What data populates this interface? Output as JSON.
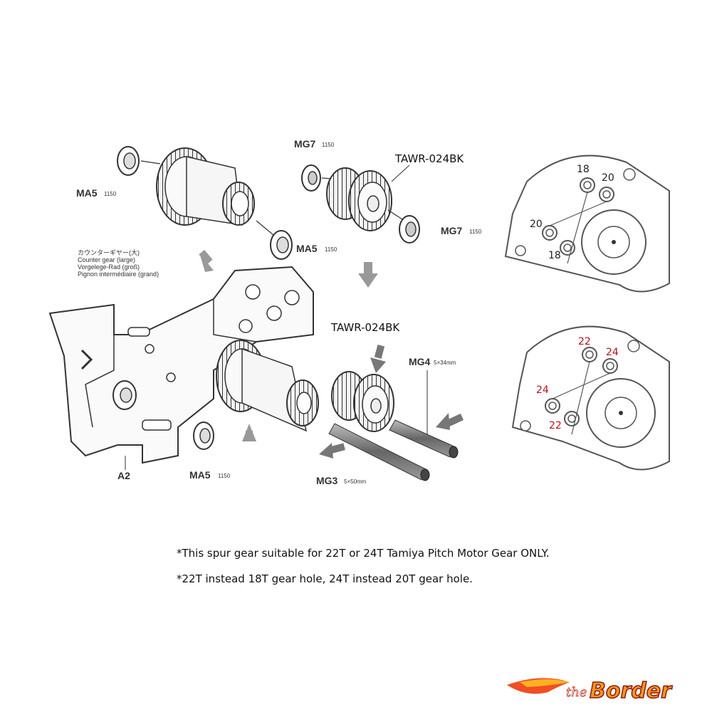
{
  "diagram": {
    "labels": {
      "ma5_a": "MA5",
      "ma5_a_size": "1150",
      "ma5_b": "MA5",
      "ma5_b_size": "1150",
      "ma5_c": "MA5",
      "ma5_c_size": "1150",
      "mg7_a": "MG7",
      "mg7_a_size": "1150",
      "mg7_b": "MG7",
      "mg7_b_size": "1150",
      "mg4": "MG4",
      "mg4_size": "5×34mm",
      "mg3": "MG3",
      "mg3_size": "5×50mm",
      "a2": "A2",
      "part_top": "TAWR-024BK",
      "part_mid": "TAWR-024BK"
    },
    "counter_gear": [
      "カウンターギヤー(大)",
      "Counter gear (large)",
      "Vorgelege-Rad (groß)",
      "Pignon intermédiaire (grand)"
    ],
    "top_plate": {
      "n1": "18",
      "n2": "20",
      "n3": "20",
      "n4": "18"
    },
    "bottom_plate": {
      "n1": "22",
      "n2": "24",
      "n3": "24",
      "n4": "22"
    },
    "colors": {
      "highlight": "#b5121b",
      "line": "#333333"
    }
  },
  "notes": {
    "line1": "*This spur gear suitable for 22T or 24T Tamiya Pitch Motor Gear ONLY.",
    "line2": "*22T instead 18T gear hole, 24T instead 20T gear hole."
  },
  "logo": {
    "text": "theBorder"
  }
}
